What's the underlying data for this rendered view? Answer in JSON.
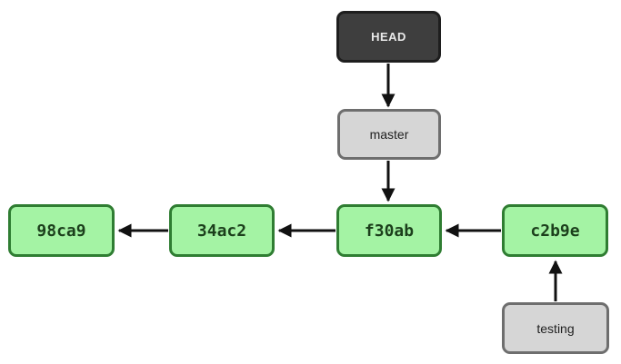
{
  "diagram": {
    "type": "git-commit-graph",
    "nodes": {
      "head": {
        "label": "HEAD",
        "kind": "head-pointer"
      },
      "master": {
        "label": "master",
        "kind": "branch"
      },
      "testing": {
        "label": "testing",
        "kind": "branch"
      },
      "commits": [
        {
          "label": "98ca9"
        },
        {
          "label": "34ac2"
        },
        {
          "label": "f30ab"
        },
        {
          "label": "c2b9e"
        }
      ]
    },
    "edges": [
      {
        "from": "HEAD",
        "to": "master"
      },
      {
        "from": "master",
        "to": "f30ab"
      },
      {
        "from": "34ac2",
        "to": "98ca9"
      },
      {
        "from": "f30ab",
        "to": "34ac2"
      },
      {
        "from": "c2b9e",
        "to": "f30ab"
      },
      {
        "from": "testing",
        "to": "c2b9e"
      }
    ],
    "colors": {
      "background": "#ffffff",
      "head_fill": "#3e3e3e",
      "head_border": "#1e1e1e",
      "head_text": "#e9e9e9",
      "branch_fill": "#d6d6d6",
      "branch_border": "#6e6e6e",
      "branch_text": "#1f1f1f",
      "commit_fill": "#a4f3a4",
      "commit_border": "#2f7d32",
      "commit_text": "#1c3f1c",
      "arrow": "#111111"
    }
  }
}
